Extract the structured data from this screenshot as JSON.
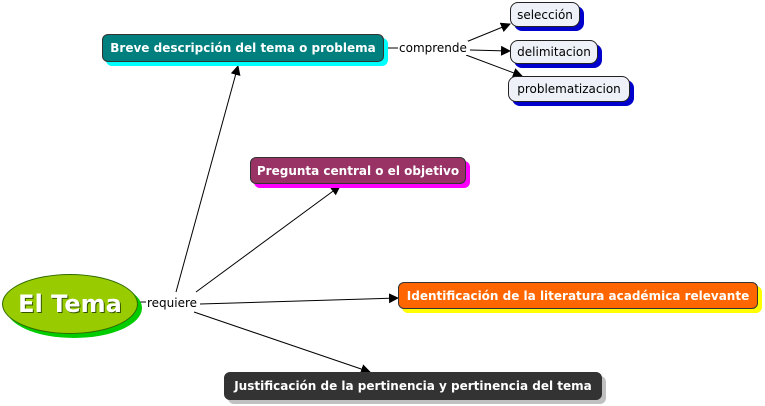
{
  "center": {
    "label": "El Tema",
    "fill": "#99cc00",
    "shadow": "#00cc00"
  },
  "links": {
    "requires": "requiere",
    "includes": "comprende"
  },
  "branches": [
    {
      "label": "Breve descripción del tema o problema",
      "fill": "#007f7f",
      "shadow": "#00ffff"
    },
    {
      "label": "Pregunta central o el objetivo",
      "fill": "#993366",
      "shadow": "#ff00ff"
    },
    {
      "label": "Identificación de la literatura académica relevante",
      "fill": "#ff6600",
      "shadow": "#ffff00"
    },
    {
      "label": "Justificación de la pertinencia y pertinencia del tema",
      "fill": "#333333",
      "shadow": "#c0c0c0"
    }
  ],
  "sub_concepts": [
    {
      "label": "selección",
      "shadow": "#0000cc"
    },
    {
      "label": "delimitacion",
      "shadow": "#0000cc"
    },
    {
      "label": "problematizacion",
      "shadow": "#0000cc"
    }
  ]
}
